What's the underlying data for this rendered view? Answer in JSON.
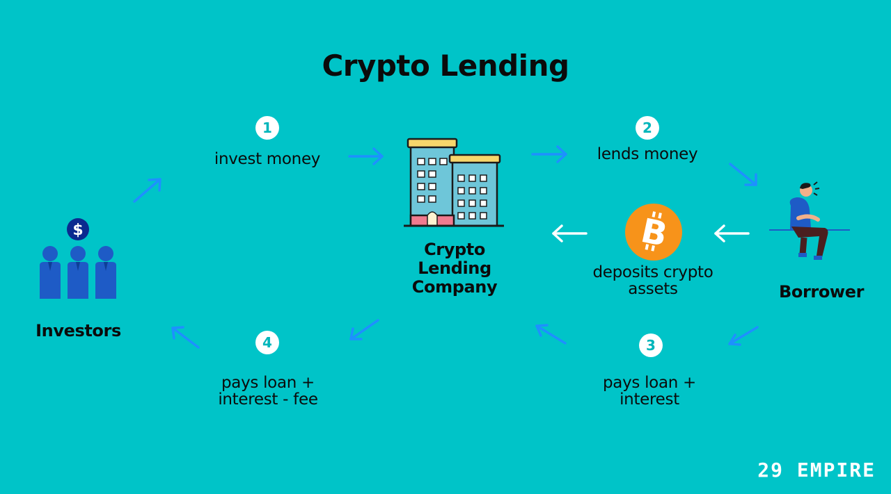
{
  "title": "Crypto Lending",
  "steps": [
    {
      "number": "1",
      "label": "invest money"
    },
    {
      "number": "2",
      "label": "lends money"
    },
    {
      "number": "3",
      "label": "pays loan + interest"
    },
    {
      "number": "4",
      "label": "pays loan + interest - fee"
    }
  ],
  "nodes": {
    "investors": "Investors",
    "company": "Crypto Lending Company",
    "borrower": "Borrower",
    "collateral": "deposits crypto assets"
  },
  "logo": "29 EMPIRE",
  "colors": {
    "background": "#00C4C8",
    "arrow": "#1E90FF",
    "bitcoin": "#F7931A",
    "investor": "#1E5BC6"
  }
}
